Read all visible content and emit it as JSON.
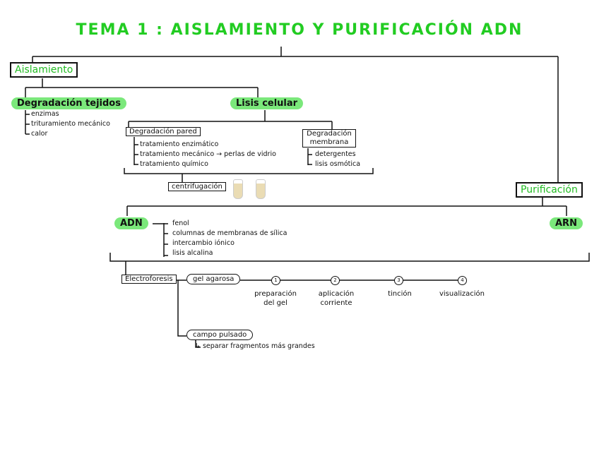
{
  "title": "TEMA 1 : AISLAMIENTO Y PURIFICACIÓN ADN",
  "aislamiento": {
    "label": "Aislamiento",
    "degradacion_tejidos": {
      "label": "Degradación tejidos",
      "items": [
        "enzimas",
        "trituramiento mecánico",
        "calor"
      ]
    },
    "lisis_celular": {
      "label": "Lisis celular",
      "degradacion_pared": {
        "label": "Degradación pared",
        "items": [
          "tratamiento enzimático",
          "tratamiento mecánico → perlas de vidrio",
          "tratamiento químico"
        ]
      },
      "degradacion_membrana": {
        "label": "Degradación membrana",
        "items": [
          "detergentes",
          "lisis osmótica"
        ]
      }
    },
    "centrifugacion": "centrifugación"
  },
  "purificacion": {
    "label": "Purificación",
    "adn": {
      "label": "ADN",
      "items": [
        "fenol",
        "columnas de membranas de sílica",
        "intercambio iónico",
        "lisis alcalina"
      ]
    },
    "arn": {
      "label": "ARN"
    }
  },
  "electroforesis": {
    "label": "Electroforesis",
    "gel_agarosa": "gel agarosa",
    "steps": [
      {
        "num": "1",
        "label": "preparación del gel"
      },
      {
        "num": "2",
        "label": "aplicación corriente"
      },
      {
        "num": "3",
        "label": "tinción"
      },
      {
        "num": "4",
        "label": "visualización"
      }
    ],
    "campo_pulsado": "campo pulsado",
    "campo_pulsado_note": "↳ separar fragmentos más grandes"
  },
  "colors": {
    "accent_green": "#22cc22",
    "highlight": "#7be87b"
  }
}
